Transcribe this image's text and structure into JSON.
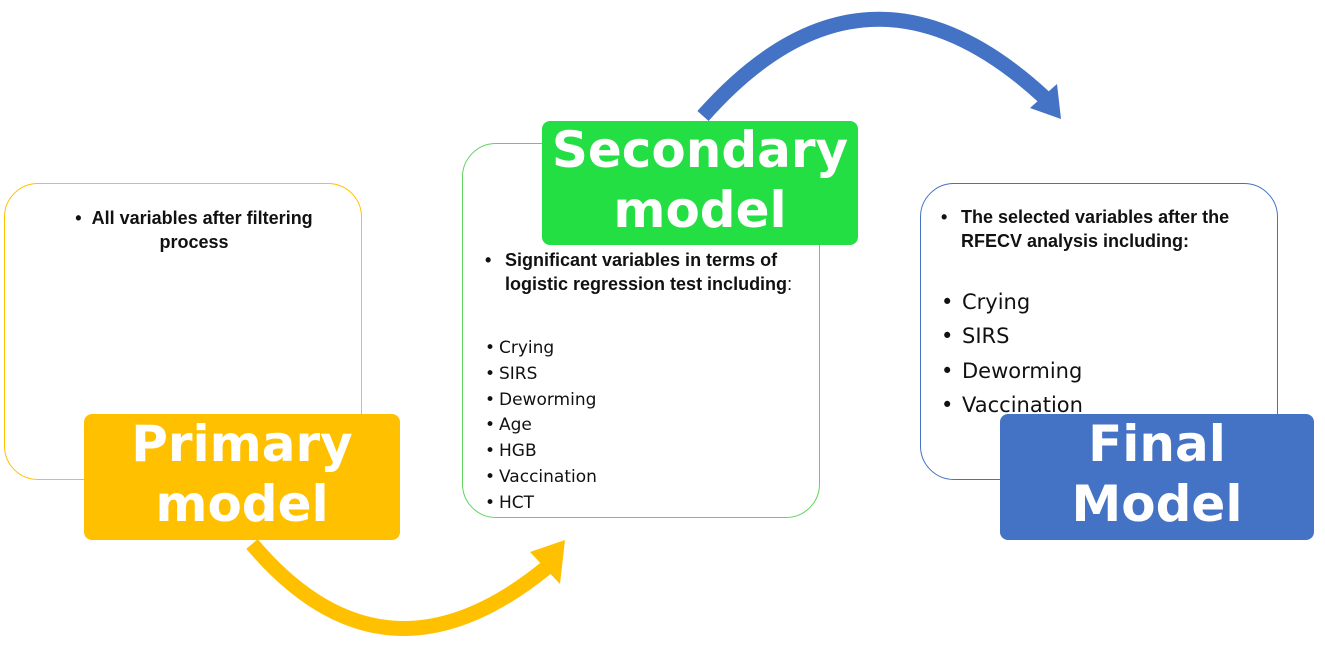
{
  "colors": {
    "primary": "#ffc000",
    "secondary": "#24df43",
    "final": "#4472c4"
  },
  "primary": {
    "label_line1": "Primary",
    "label_line2": "model",
    "bullets": [
      "All variables after filtering process"
    ]
  },
  "secondary": {
    "label_line1": "Secondary",
    "label_line2": "model",
    "bullet_text": "Significant variables in terms of logistic regression test including",
    "bullet_colon": ":",
    "variables": [
      "Crying",
      "SIRS",
      "Deworming",
      "Age",
      "HGB",
      "Vaccination",
      "HCT"
    ]
  },
  "final": {
    "label_line1": "Final",
    "label_line2": "Model",
    "bullets": [
      "The selected variables after the RFECV analysis including:"
    ],
    "variables": [
      "Crying",
      "SIRS",
      "Deworming",
      "Vaccination"
    ]
  }
}
